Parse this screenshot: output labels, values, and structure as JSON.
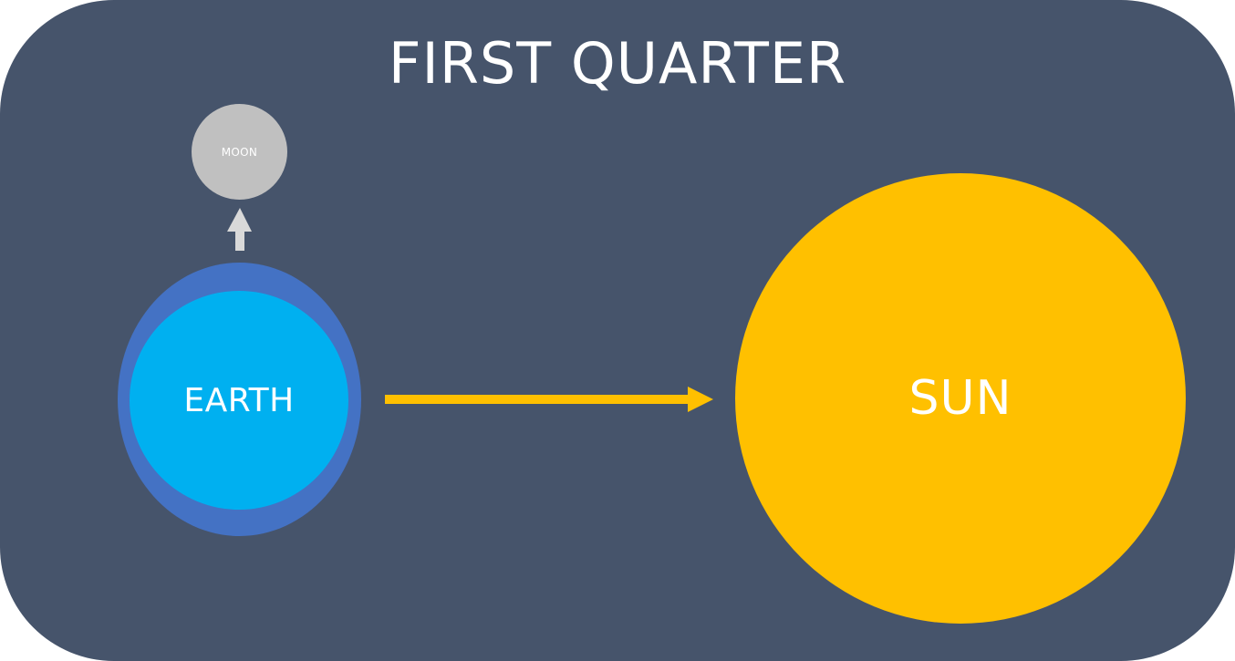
{
  "title": "FIRST QUARTER",
  "moon": {
    "label": "MOON",
    "color": "#c0c0c0"
  },
  "earth": {
    "label": "EARTH",
    "color": "#00b0f0",
    "ring_color": "#4472c4"
  },
  "sun": {
    "label": "SUN",
    "color": "#ffc000"
  },
  "colors": {
    "background": "#46546b",
    "arrow_to_sun": "#ffc000",
    "arrow_to_moon": "#d9d9d9",
    "text": "#ffffff"
  },
  "icons": {
    "moon_direction": "arrow-up-icon",
    "sun_direction": "arrow-right-icon"
  }
}
